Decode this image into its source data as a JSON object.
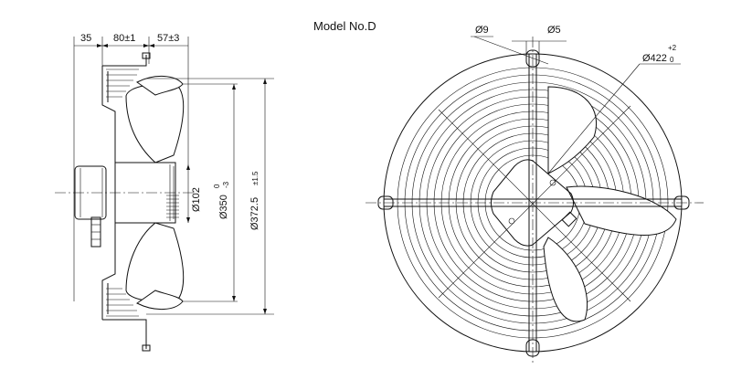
{
  "model": "Model No.D",
  "side_view": {
    "dim_left": "35",
    "dim_middle": "80±1",
    "dim_right": "57±3",
    "dia_hub": "Ø102",
    "dia_blade_main": "Ø350",
    "dia_blade_tol_upper": "0",
    "dia_blade_tol_lower": "-3",
    "dia_guard_main": "Ø372.5",
    "dia_guard_tol": "±1.5"
  },
  "front_view": {
    "dia_hole": "Ø9",
    "dia_pin": "Ø5",
    "dia_mount_main": "Ø422",
    "dia_mount_tol_upper": "+2",
    "dia_mount_tol_lower": "0"
  }
}
